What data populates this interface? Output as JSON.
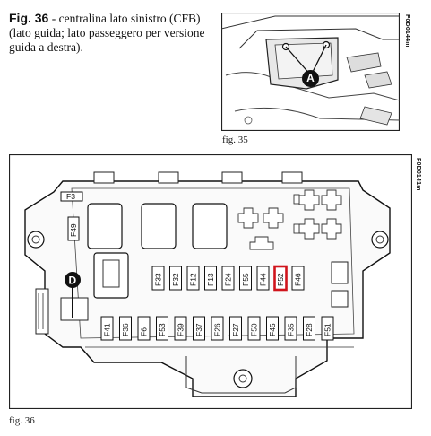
{
  "figure36": {
    "number": "Fig. 36",
    "caption": " - centralina lato sinistro (CFB) (lato guida; lato passeggero per versione guida a destra).",
    "label": "fig. 36",
    "code": "F0D0141m",
    "callout": "D",
    "upper_fuses": [
      "F33",
      "F32",
      "F12",
      "F13",
      "F24",
      "F55",
      "F44",
      "F52",
      "F46"
    ],
    "lower_fuses": [
      "F41",
      "F36",
      "F6",
      "F53",
      "F39",
      "F37",
      "F26",
      "F27",
      "F50",
      "F45",
      "F35",
      "F28",
      "F51"
    ],
    "small_fuses": [
      "F3",
      "F49"
    ],
    "highlight": "F52",
    "highlight_color": "#d0141c"
  },
  "figure35": {
    "label": "fig. 35",
    "code": "F0D0144m",
    "callout": "A"
  }
}
